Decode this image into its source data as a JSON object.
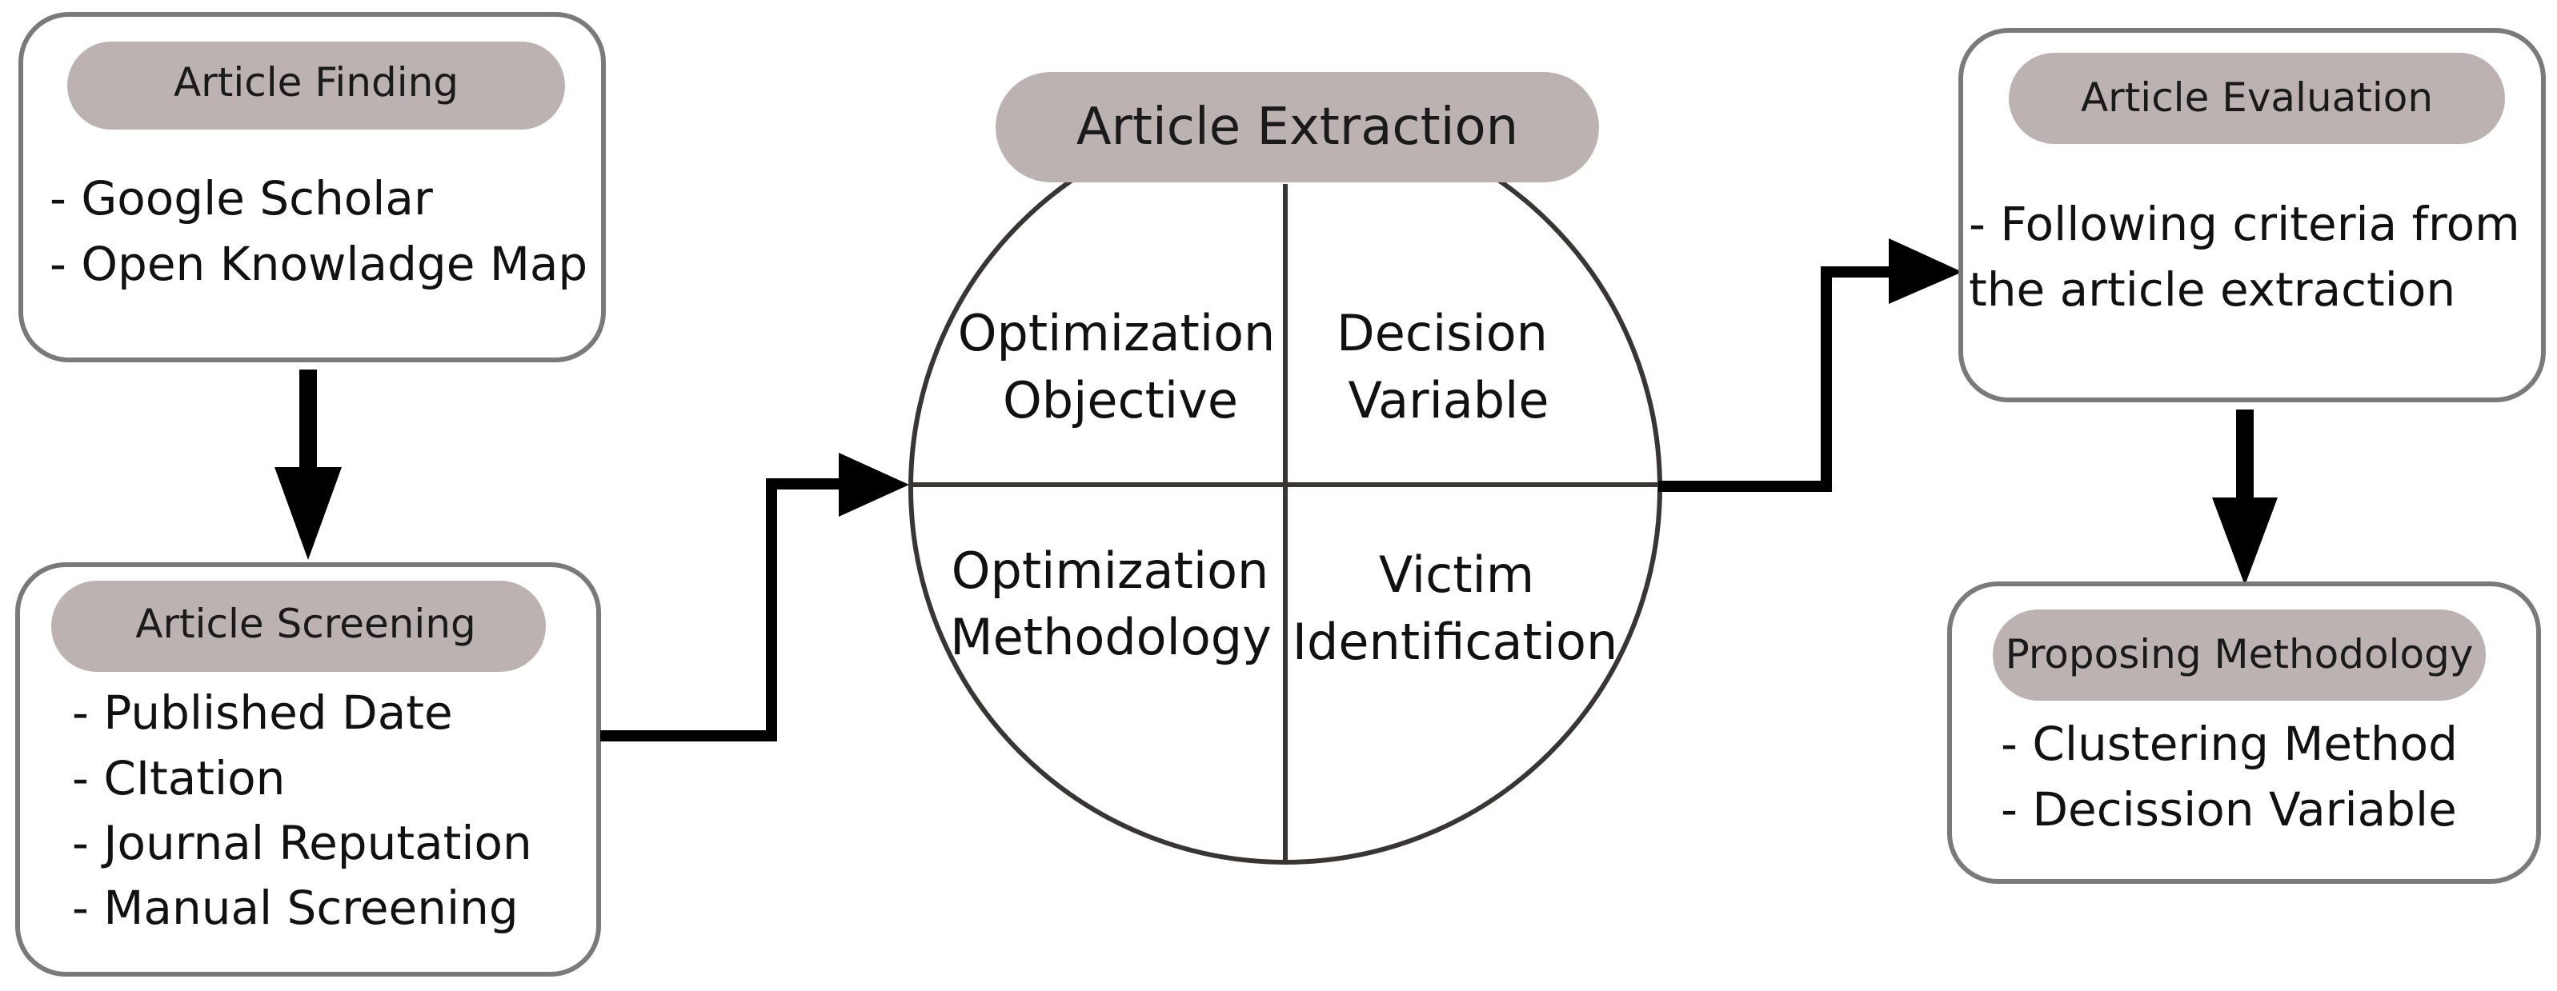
{
  "colors": {
    "pill": "#bcb2b2",
    "box_border": "#7a7a7a",
    "line": "#3a3535",
    "arrow": "#000000"
  },
  "article_finding": {
    "title": "Article Finding",
    "items": [
      "- Google Scholar",
      "- Open Knowladge Map"
    ]
  },
  "article_screening": {
    "title": "Article Screening",
    "items": [
      "- Published Date",
      "- CItation",
      "- Journal Reputation",
      "- Manual Screening"
    ]
  },
  "article_extraction": {
    "title": "Article Extraction",
    "quadrants": {
      "top_left": [
        "Optimization",
        "Objective"
      ],
      "top_right": [
        "Decision",
        "Variable"
      ],
      "bottom_left": [
        "Optimization",
        "Methodology"
      ],
      "bottom_right": [
        "Victim",
        "Identification"
      ]
    }
  },
  "article_evaluation": {
    "title": "Article Evaluation",
    "items": [
      "- Following criteria from",
      "the article extraction"
    ]
  },
  "proposing_methodology": {
    "title": "Proposing Methodology",
    "items": [
      "- Clustering Method",
      "- Decission Variable"
    ]
  }
}
